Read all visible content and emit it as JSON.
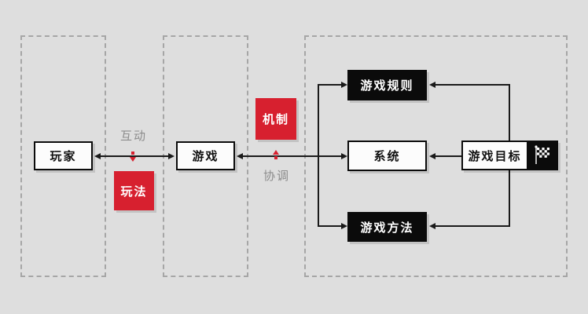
{
  "diagram": {
    "title": "game-structure-diagram",
    "nodes": {
      "player": "玩家",
      "game": "游戏",
      "game_rules": "游戏规则",
      "system": "系统",
      "game_methods": "游戏方法",
      "game_goal": "游戏目标",
      "mechanism": "机制",
      "gameplay": "玩法"
    },
    "edge_labels": {
      "interaction": "互动",
      "coordination": "协调"
    },
    "icons": {
      "goal_flag": "checkered-flag-icon"
    },
    "colors": {
      "background": "#dedede",
      "accent_red": "#d7202f",
      "node_black": "#0b0b0b",
      "node_white": "#fcfcfc",
      "line_black": "#1a1a1a",
      "label_gray": "#8c8c8c",
      "dashed_gray": "#a6a6a6"
    }
  }
}
